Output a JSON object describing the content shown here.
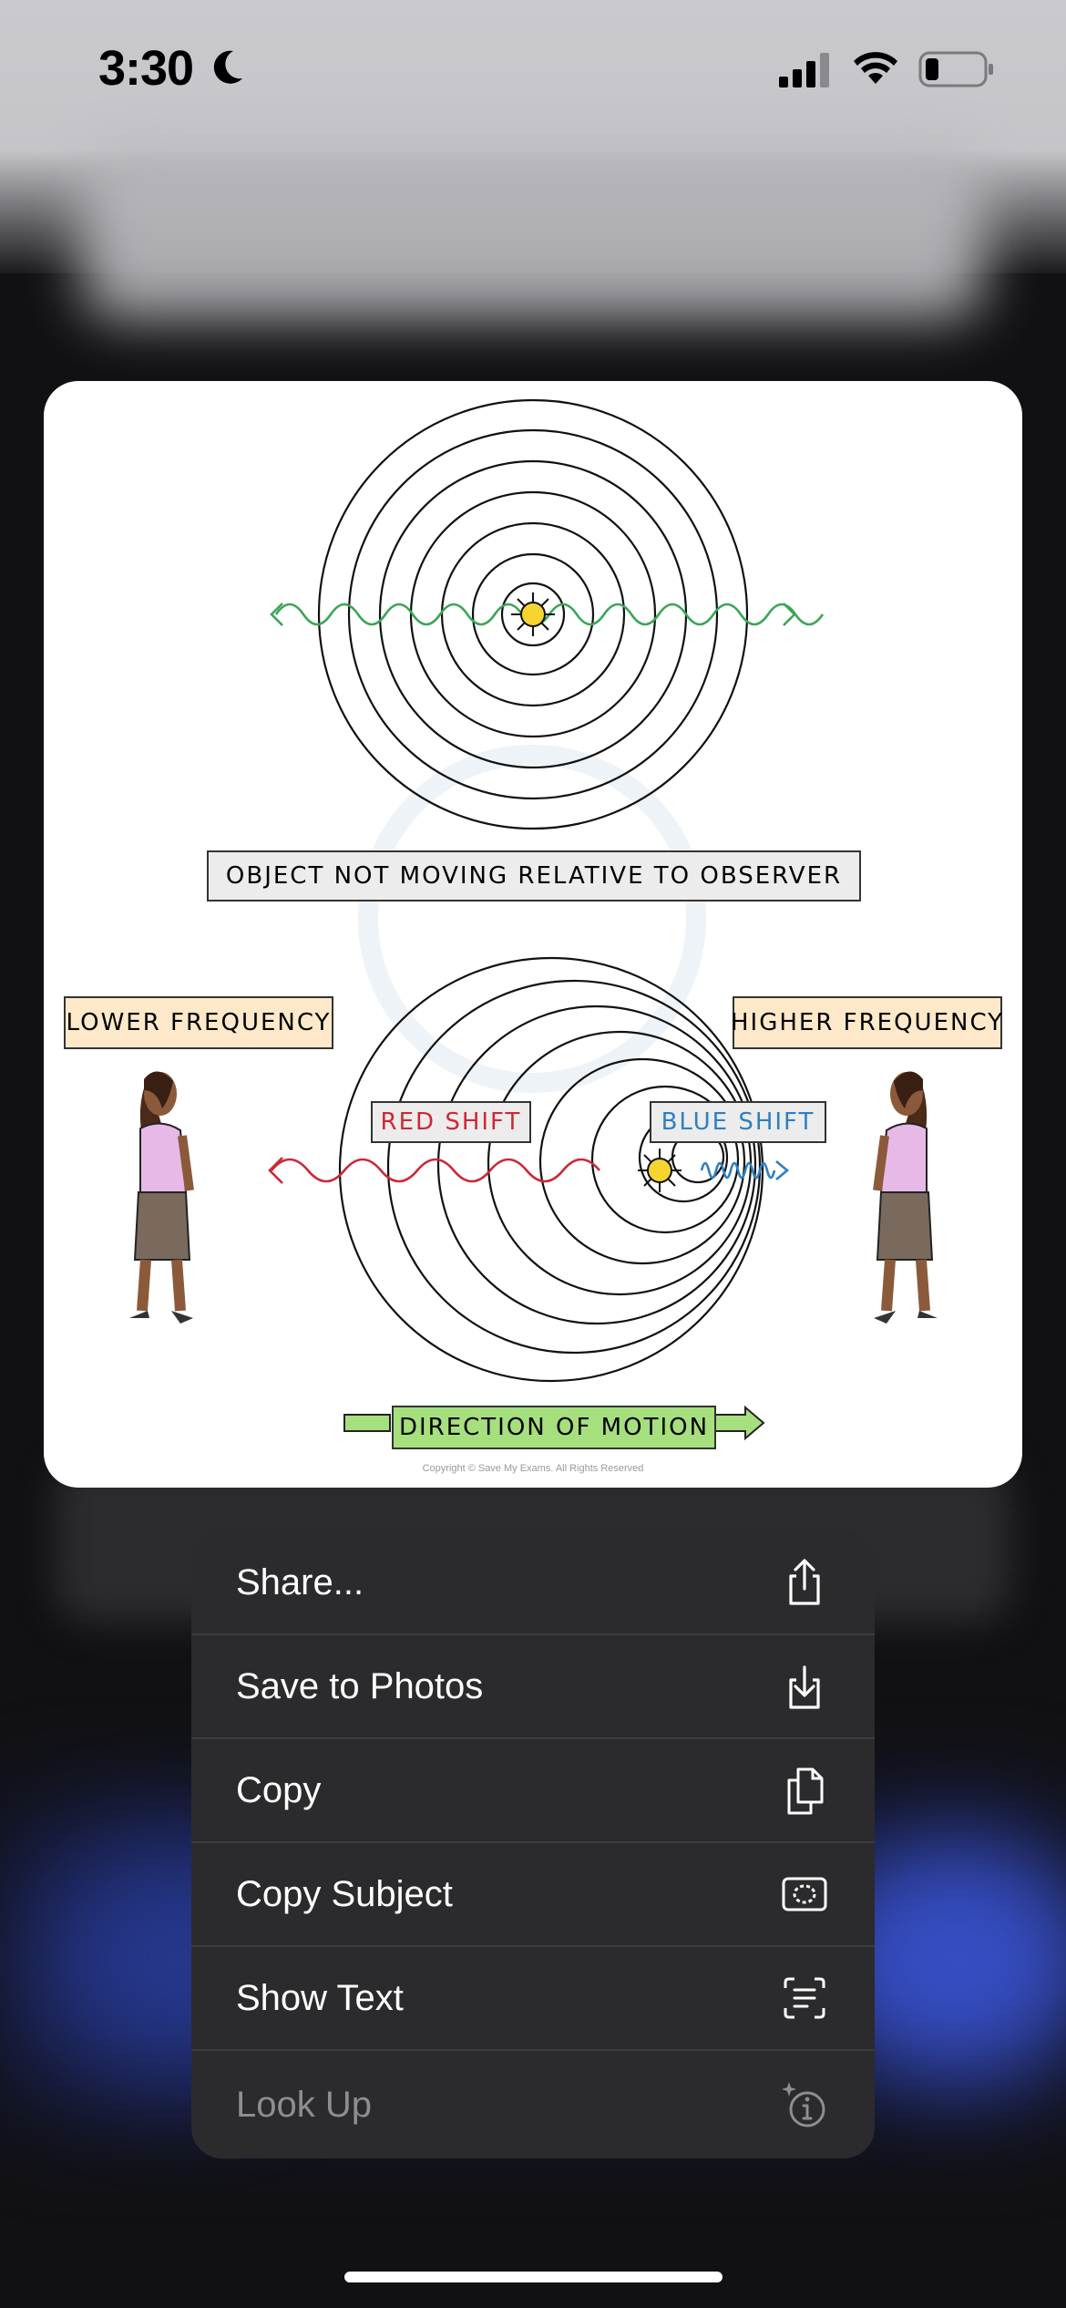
{
  "status_bar": {
    "time": "3:30"
  },
  "diagram": {
    "label_top": "OBJECT NOT MOVING RELATIVE TO OBSERVER",
    "label_lower_freq": "LOWER FREQUENCY",
    "label_higher_freq": "HIGHER FREQUENCY",
    "label_red_shift": "RED SHIFT",
    "label_blue_shift": "BLUE SHIFT",
    "label_direction": "DIRECTION OF MOTION",
    "copyright": "Copyright © Save My Exams. All Rights Reserved",
    "colors": {
      "red": "#cc2936",
      "blue": "#2f7fc1",
      "green": "#3aa655",
      "label_bg": "#fde9c9",
      "direction_bg": "#a6e07e"
    }
  },
  "menu": {
    "items": [
      {
        "label": "Share...",
        "icon": "share-icon",
        "enabled": true
      },
      {
        "label": "Save to Photos",
        "icon": "save-to-photos-icon",
        "enabled": true
      },
      {
        "label": "Copy",
        "icon": "copy-icon",
        "enabled": true
      },
      {
        "label": "Copy Subject",
        "icon": "copy-subject-icon",
        "enabled": true
      },
      {
        "label": "Show Text",
        "icon": "show-text-icon",
        "enabled": true
      },
      {
        "label": "Look Up",
        "icon": "look-up-icon",
        "enabled": false
      }
    ]
  }
}
